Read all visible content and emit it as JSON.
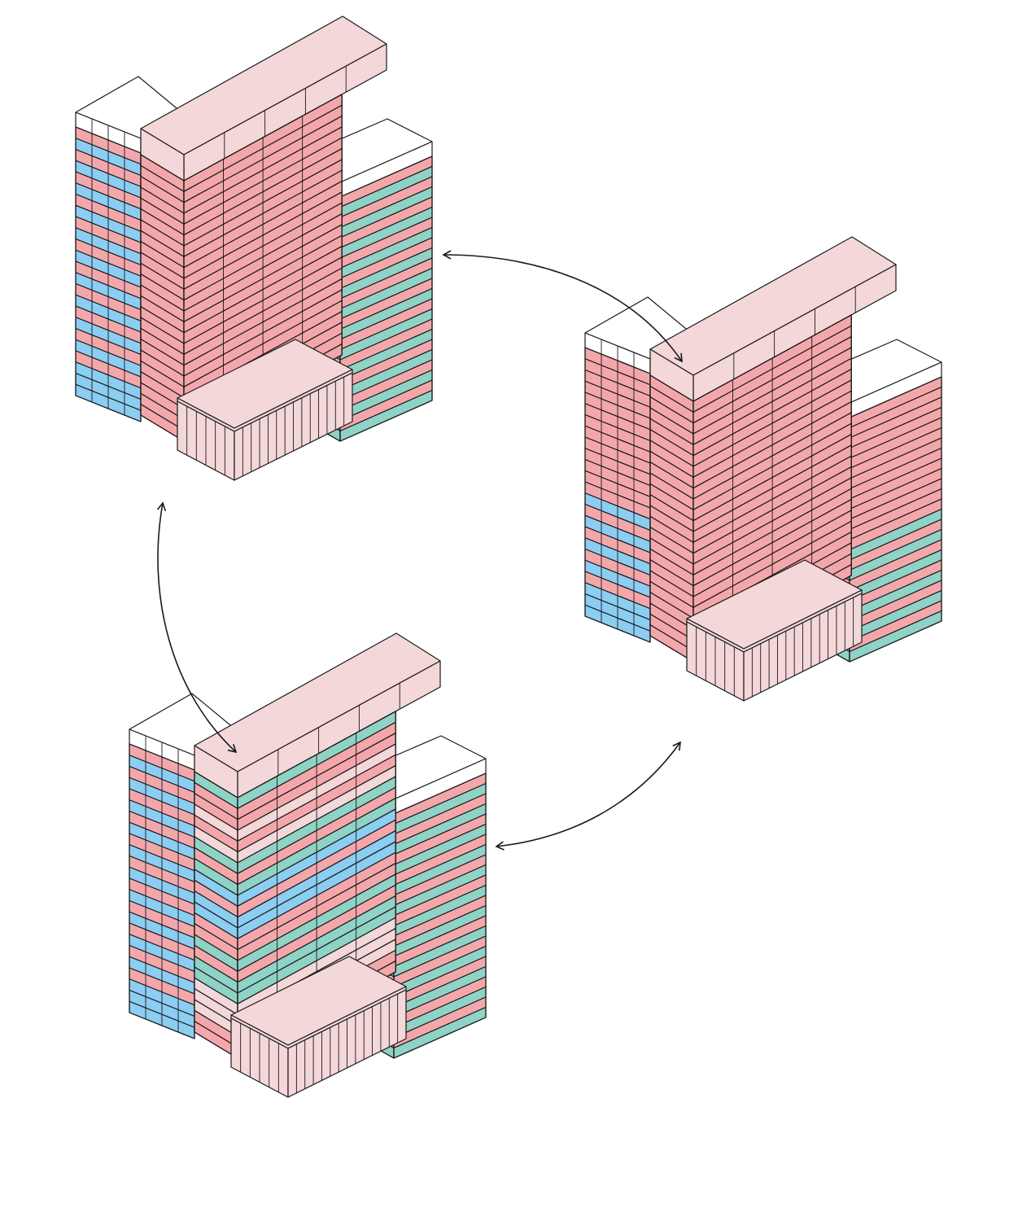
{
  "colors": {
    "pink": "#f4a7ab",
    "light_pink": "#f3d7d9",
    "teal": "#8fd2c6",
    "blue": "#8ccdf2",
    "white": "#ffffff",
    "line": "#1a1a1a"
  },
  "arrow_icon": "double-headed-curved-arrow",
  "buildings": [
    {
      "name": "building-top-left",
      "floors": 24,
      "left_wing": [
        "pink",
        "blue",
        "pink",
        "blue",
        "pink",
        "blue",
        "pink",
        "blue",
        "pink",
        "blue",
        "pink",
        "blue",
        "pink",
        "blue",
        "pink",
        "blue",
        "pink",
        "blue",
        "pink",
        "blue",
        "pink",
        "blue",
        "blue",
        "blue"
      ],
      "center_front": [
        "pink",
        "pink",
        "pink",
        "pink",
        "pink",
        "pink",
        "pink",
        "pink",
        "pink",
        "pink",
        "pink",
        "pink",
        "pink",
        "pink",
        "pink",
        "pink",
        "pink",
        "pink",
        "pink",
        "pink",
        "pink",
        "pink",
        "pink",
        "pink"
      ],
      "right_tower": [
        "pink",
        "teal",
        "pink",
        "teal",
        "pink",
        "teal",
        "pink",
        "teal",
        "pink",
        "teal",
        "pink",
        "teal",
        "pink",
        "teal",
        "pink",
        "teal",
        "pink",
        "teal",
        "pink",
        "teal",
        "pink",
        "teal",
        "pink",
        "teal"
      ]
    },
    {
      "name": "building-right",
      "floors": 24,
      "left_wing": [
        "pink",
        "pink",
        "pink",
        "pink",
        "pink",
        "pink",
        "pink",
        "pink",
        "pink",
        "pink",
        "pink",
        "pink",
        "pink",
        "blue",
        "pink",
        "blue",
        "pink",
        "blue",
        "pink",
        "blue",
        "pink",
        "blue",
        "blue",
        "blue"
      ],
      "center_front": [
        "pink",
        "pink",
        "pink",
        "pink",
        "pink",
        "pink",
        "pink",
        "pink",
        "pink",
        "pink",
        "pink",
        "pink",
        "pink",
        "pink",
        "pink",
        "pink",
        "pink",
        "pink",
        "pink",
        "pink",
        "pink",
        "pink",
        "pink",
        "pink"
      ],
      "right_tower": [
        "pink",
        "pink",
        "pink",
        "pink",
        "pink",
        "pink",
        "pink",
        "pink",
        "pink",
        "pink",
        "pink",
        "pink",
        "pink",
        "teal",
        "pink",
        "teal",
        "pink",
        "teal",
        "pink",
        "teal",
        "pink",
        "teal",
        "pink",
        "teal"
      ]
    },
    {
      "name": "building-bottom-left",
      "floors": 24,
      "left_wing": [
        "pink",
        "blue",
        "pink",
        "blue",
        "pink",
        "blue",
        "pink",
        "blue",
        "pink",
        "blue",
        "pink",
        "blue",
        "pink",
        "blue",
        "pink",
        "blue",
        "pink",
        "blue",
        "pink",
        "blue",
        "pink",
        "blue",
        "blue",
        "blue"
      ],
      "center_front": [
        "teal",
        "pink",
        "pink",
        "light_pink",
        "pink",
        "light_pink",
        "teal",
        "pink",
        "teal",
        "blue",
        "pink",
        "blue",
        "blue",
        "pink",
        "pink",
        "teal",
        "pink",
        "teal",
        "teal",
        "light_pink",
        "light_pink",
        "light_pink",
        "pink",
        "pink"
      ],
      "right_tower": [
        "pink",
        "teal",
        "pink",
        "teal",
        "pink",
        "teal",
        "pink",
        "teal",
        "pink",
        "teal",
        "pink",
        "teal",
        "pink",
        "teal",
        "pink",
        "teal",
        "pink",
        "teal",
        "pink",
        "teal",
        "pink",
        "teal",
        "pink",
        "teal"
      ]
    }
  ]
}
